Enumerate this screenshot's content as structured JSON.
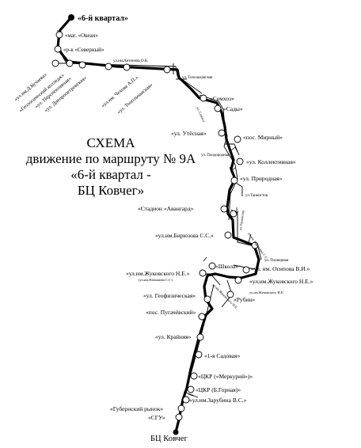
{
  "title": {
    "line1": "СХЕМА",
    "line2": "движение по маршруту № 9А",
    "line3": "«6-й квартал -",
    "line4": "БЦ Ковчег»"
  },
  "terminals": {
    "start": "«6-й квартал»",
    "end": "БЦ Ковчег"
  },
  "stops": {
    "okean": "«маг. «Океан»",
    "severny": "«р-к «Северный»",
    "kuchaev": "«ул.им.Д.Кучаева»",
    "geolog": "«Геологический колледж»",
    "perspekt": "«ул. Перспективная»",
    "dnepr": "«ул. Днепропетровская»",
    "chekhov": "«ул.им. Чехова А.П.»",
    "topol": "«ул. Топольчанская»",
    "semkhoz": "«Семхоз»",
    "sady": "«Сады»",
    "utesnaya": "«ул. Утёсная»",
    "mirny": "«пос. Мирный»",
    "kollekt": "«ул. Коллективная»",
    "prirodn": "«ул. Природная»",
    "avangard": "«Стадион «Авангард»",
    "biryuzov": "«ул.им.Бирюзова С.С.»",
    "shkola": "«Школа»",
    "osipov": "«ул. им. Осипова В.И.»",
    "zhukov_r": "«ул.им.Жуковского Н.Е.»",
    "zhukov_l": "«ул.им.Жуковского Н.Е.»",
    "rubin": "«Рубин»",
    "geofiz": "«ул. Геофизическая»",
    "pugach": "«пос. Пугачёвский»",
    "krainyaya": "«ул. Крайняя»",
    "sadovaya": "«1-я Садовая»",
    "merkury": "«ЦКР («Меркурий»)»",
    "gornaya": "«ЦКР (Б.Горная)»",
    "zarubin": "«ул.им.Зарубина В.С.»",
    "gubern": "«Губернский рынок»",
    "sgu": "«СГУ»"
  },
  "streets": {
    "antonov": "ул.им.Антонова О.К.",
    "topol_side": "ул. Топольчанская",
    "semkhoz_side": "ул. Семхоз",
    "plodorod": "ул. Плодородная",
    "tankist": "ул.Танкистов",
    "tankist_v": "ул.Танкистов",
    "biryuzov_side": "ул.им. Бирюзова С.С.",
    "planernaya": "ул. Планерная",
    "zhukov_side": "ул.им.Жуковского Н.Е.",
    "navashin": "(ул.им.Навашина С.Г.)",
    "zhukov_small": "ул.им.Жуковского Н.Е."
  }
}
